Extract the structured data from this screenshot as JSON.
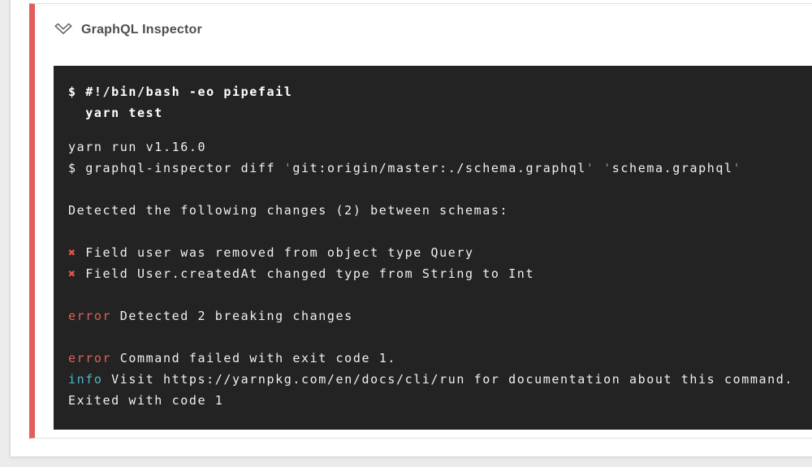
{
  "page": {
    "background_color": "#ebebeb"
  },
  "card": {
    "accent_color": "#e25d5d",
    "border_color": "#e0e0e0",
    "header": {
      "title": "GraphQL Inspector",
      "icon": "chevron-collapse-icon"
    }
  },
  "terminal": {
    "background_color": "#232323",
    "colors": {
      "plain": "#f0f0f0",
      "bold": "#ffffff",
      "error": "#e0605a",
      "info": "#4fb8c9",
      "cross": "#e2544e",
      "dim": "#8f8f8f"
    },
    "command_lines": [
      [
        {
          "t": "$ #!/bin/bash -eo pipefail",
          "s": "bold"
        }
      ],
      [
        {
          "t": "  yarn test",
          "s": "bold"
        }
      ]
    ],
    "output_lines": [
      [
        {
          "t": "yarn run v1.16.0",
          "s": "plain"
        }
      ],
      [
        {
          "t": "$ graphql-inspector diff ",
          "s": "plain"
        },
        {
          "t": "'",
          "s": "dim"
        },
        {
          "t": "git:origin/master:./schema.graphql",
          "s": "plain"
        },
        {
          "t": "'",
          "s": "dim"
        },
        {
          "t": " ",
          "s": "plain"
        },
        {
          "t": "'",
          "s": "dim"
        },
        {
          "t": "schema.graphql",
          "s": "plain"
        },
        {
          "t": "'",
          "s": "dim"
        }
      ],
      [],
      [
        {
          "t": "Detected the following changes (2) between schemas:",
          "s": "plain"
        }
      ],
      [],
      [
        {
          "t": "✖",
          "s": "cross"
        },
        {
          "t": " Field user was removed from object type Query",
          "s": "plain"
        }
      ],
      [
        {
          "t": "✖",
          "s": "cross"
        },
        {
          "t": " Field User.createdAt changed type from String to Int",
          "s": "plain"
        }
      ],
      [],
      [
        {
          "t": "error",
          "s": "error"
        },
        {
          "t": " Detected 2 breaking changes",
          "s": "plain"
        }
      ],
      [],
      [
        {
          "t": "error",
          "s": "error"
        },
        {
          "t": " Command failed with exit code 1.",
          "s": "plain"
        }
      ],
      [
        {
          "t": "info",
          "s": "info"
        },
        {
          "t": " Visit https://yarnpkg.com/en/docs/cli/run for documentation about this command.",
          "s": "plain"
        }
      ],
      [
        {
          "t": "Exited with code 1",
          "s": "plain"
        }
      ]
    ]
  }
}
